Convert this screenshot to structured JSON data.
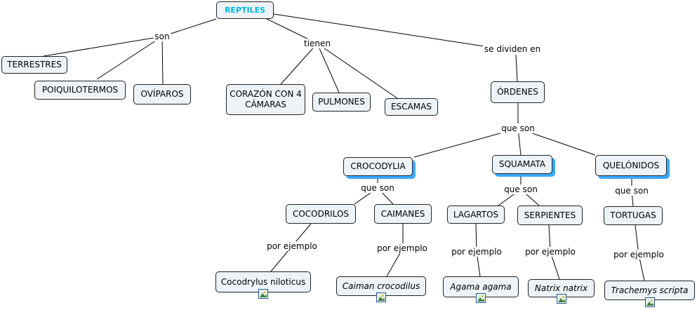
{
  "nodes": {
    "reptiles": "REPTILES",
    "terrestres": "TERRESTRES",
    "poiquilotermos": "POIQUILOTERMOS",
    "oviparos": "OVÍPAROS",
    "corazon": "CORAZÓN CON 4 CÁMARAS",
    "pulmones": "PULMONES",
    "escamas": "ESCAMAS",
    "ordenes": "ÓRDENES",
    "crocodylia": "CROCODYLIA",
    "squamata": "SQUAMATA",
    "quelonidos": "QUELÓNIDOS",
    "cocodrilos": "COCODRILOS",
    "caimanes": "CAIMANES",
    "lagartos": "LAGARTOS",
    "serpientes": "SERPIENTES",
    "tortugas": "TORTUGAS",
    "cocodrylus": "Cocodrylus niloticus",
    "caiman": "Caiman crocodilus",
    "agama": "Agama agama",
    "natrix": "Natrix natrix",
    "trachemys": "Trachemys scripta"
  },
  "links": {
    "son": "son",
    "tienen": "tienen",
    "se_dividen_en": "se dividen en",
    "que_son_1": "que son",
    "que_son_2": "que son",
    "que_son_3": "que son",
    "que_son_4": "que son",
    "por_ejemplo_1": "por ejemplo",
    "por_ejemplo_2": "por ejemplo",
    "por_ejemplo_3": "por ejemplo",
    "por_ejemplo_4": "por ejemplo",
    "por_ejemplo_5": "por ejemplo"
  },
  "colors": {
    "root_text": "#00b8e6",
    "node_fill": "#eef3f7",
    "shadow": "#3aa8ff",
    "line": "#000000"
  },
  "icons": [
    "image-icon",
    "image-icon",
    "image-icon",
    "image-icon",
    "image-icon"
  ]
}
